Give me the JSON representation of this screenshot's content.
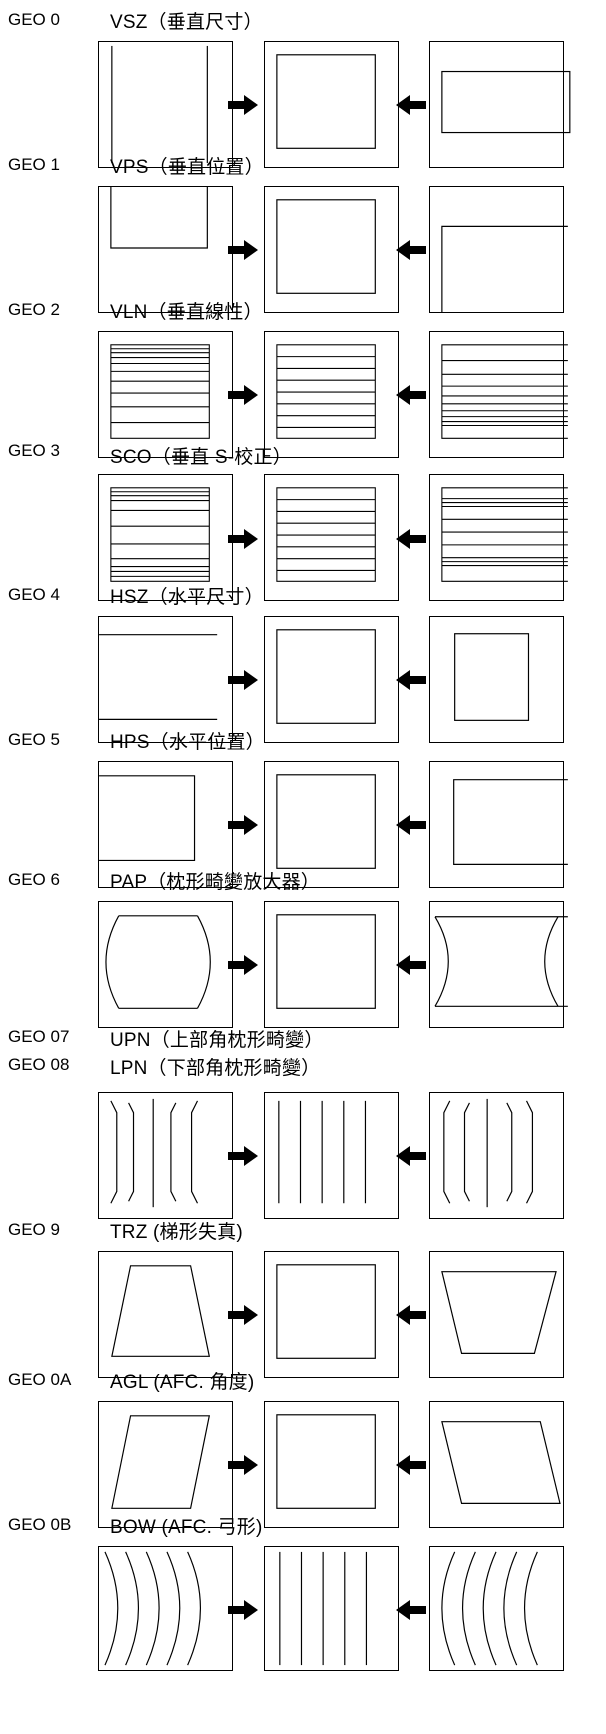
{
  "page": {
    "items": [
      {
        "code": "GEO 0",
        "name": "VSZ（垂直尺寸）",
        "icon": "vertical-size"
      },
      {
        "code": "GEO 1",
        "name": "VPS（垂直位置）",
        "icon": "vertical-position"
      },
      {
        "code": "GEO 2",
        "name": "VLN（垂直線性）",
        "icon": "vertical-linearity"
      },
      {
        "code": "GEO 3",
        "name": "SCO（垂直 S-校正）",
        "icon": "vertical-s-correction"
      },
      {
        "code": "GEO 4",
        "name": "HSZ（水平尺寸）",
        "icon": "horizontal-size"
      },
      {
        "code": "GEO 5",
        "name": "HPS（水平位置）",
        "icon": "horizontal-position"
      },
      {
        "code": "GEO 6",
        "name": "PAP（枕形畸變放大器）",
        "icon": "pincushion-amplitude"
      },
      {
        "code": "GEO 07",
        "name": "UPN（上部角枕形畸變）",
        "icon": "upper-corner-pincushion"
      },
      {
        "code": "GEO 08",
        "name": "LPN（下部角枕形畸變）",
        "icon": "lower-corner-pincushion"
      },
      {
        "code": "GEO 9",
        "name": "TRZ (梯形失真)",
        "icon": "trapezium"
      },
      {
        "code": "GEO 0A",
        "name": "AGL (AFC. 角度)",
        "icon": "afc-angle"
      },
      {
        "code": "GEO 0B",
        "name": "BOW (AFC. 弓形)",
        "icon": "afc-bow"
      }
    ],
    "arrow_icons": [
      "right-arrow",
      "left-arrow"
    ],
    "line_color": "#000000",
    "background": "#ffffff"
  }
}
